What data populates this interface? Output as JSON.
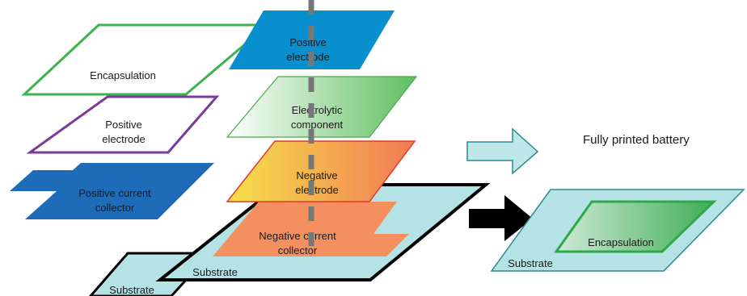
{
  "layers": {
    "encapsulation_outline": "Encapsulation",
    "positive_electrode_outline_line1": "Positive",
    "positive_electrode_outline_line2": "electrode",
    "positive_current_collector_line1": "Positive current",
    "positive_current_collector_line2": "collector",
    "positive_electrode_line1": "Positive",
    "positive_electrode_line2": "electrode",
    "electrolytic_line1": "Electrolytic",
    "electrolytic_line2": "component",
    "negative_electrode_line1": "Negative",
    "negative_electrode_line2": "electrode",
    "negative_current_collector_line1": "Negative current",
    "negative_current_collector_line2": "collector",
    "substrate_main": "Substrate",
    "substrate_back": "Substrate"
  },
  "result": {
    "caption": "Fully printed battery",
    "encapsulation": "Encapsulation",
    "substrate": "Substrate"
  },
  "colors": {
    "encapsulation_outline": "#3cb44b",
    "positive_electrode_outline": "#7a3b9b",
    "current_collector_blue": "#1e6bb8",
    "positive_electrode_blue": "#0a8fce",
    "substrate_fill": "#b5e3e5",
    "negative_current_collector": "#f4905f",
    "arrow_light": "#bfe7ea",
    "arrow_dark": "#000000"
  }
}
